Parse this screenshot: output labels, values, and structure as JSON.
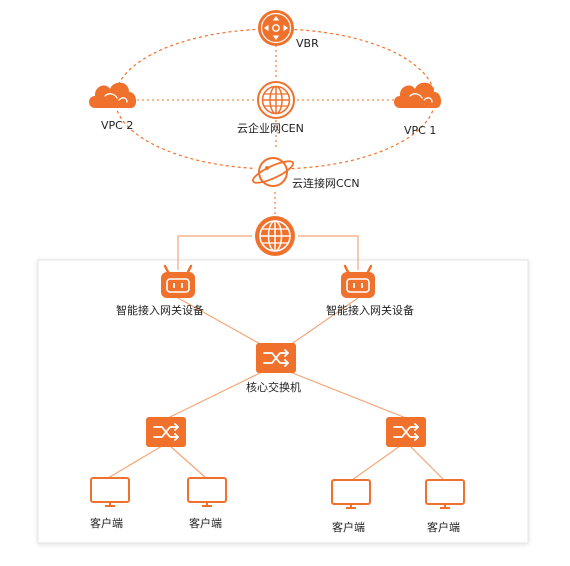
{
  "colors": {
    "accent": "#F0712C",
    "line": "#F2A77B",
    "panel_border": "#DDDDDD",
    "panel_fill": "#FFFFFF",
    "text": "#222222"
  },
  "cloud_top": {
    "vbr": {
      "label": "VBR",
      "icon": "vbr-router-icon"
    },
    "cen": {
      "label": "云企业网CEN",
      "icon": "globe-icon"
    },
    "ccn": {
      "label": "云连接网CCN",
      "icon": "planet-orbit-icon"
    },
    "vpc_left": {
      "label": "VPC 2",
      "icon": "cloud-icon"
    },
    "vpc_right": {
      "label": "VPC 1",
      "icon": "cloud-icon"
    }
  },
  "internet": {
    "icon": "globe-icon"
  },
  "site": {
    "gateways": [
      {
        "label": "智能接入网关设备",
        "icon": "smart-gateway-icon"
      },
      {
        "label": "智能接入网关设备",
        "icon": "smart-gateway-icon"
      }
    ],
    "core_switch": {
      "label": "核心交换机",
      "icon": "switch-icon"
    },
    "access_switches": [
      {
        "icon": "switch-icon"
      },
      {
        "icon": "switch-icon"
      }
    ],
    "clients": [
      {
        "label": "客户端",
        "icon": "monitor-icon"
      },
      {
        "label": "客户端",
        "icon": "monitor-icon"
      },
      {
        "label": "客户端",
        "icon": "monitor-icon"
      },
      {
        "label": "客户端",
        "icon": "monitor-icon"
      }
    ]
  }
}
